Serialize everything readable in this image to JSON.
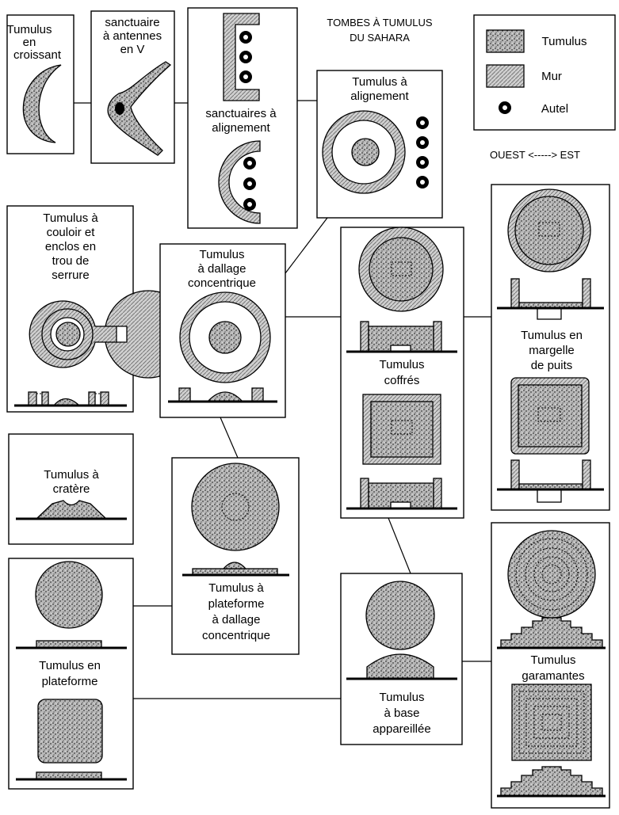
{
  "title": [
    "TOMBES À TUMULUS",
    "DU SAHARA"
  ],
  "legend": {
    "tumulus": "Tumulus",
    "mur": "Mur",
    "autel": "Autel"
  },
  "orientation": "OUEST <-----> EST",
  "types": {
    "croissant": [
      "Tumulus",
      "en",
      "croissant"
    ],
    "antennes": [
      "sanctuaire",
      "à antennes",
      "en V"
    ],
    "sanct_alignement": [
      "sanctuaires à",
      "alignement"
    ],
    "tum_alignement": [
      "Tumulus à",
      "alignement"
    ],
    "couloir": [
      "Tumulus à",
      "couloir et",
      "enclos en",
      "trou de",
      "serrure"
    ],
    "dallage": [
      "Tumulus",
      "à dallage",
      "concentrique"
    ],
    "coffres": [
      "Tumulus",
      "coffrés"
    ],
    "margelle": [
      "Tumulus en",
      "margelle",
      "de puits"
    ],
    "cratere": [
      "Tumulus à",
      "cratère"
    ],
    "plateforme_dallage": [
      "Tumulus à",
      "plateforme",
      "à dallage",
      "concentrique"
    ],
    "plateforme": [
      "Tumulus en",
      "plateforme"
    ],
    "base": [
      "Tumulus",
      "à base",
      "appareillée"
    ],
    "garamantes": [
      "Tumulus",
      "garamantes"
    ]
  }
}
